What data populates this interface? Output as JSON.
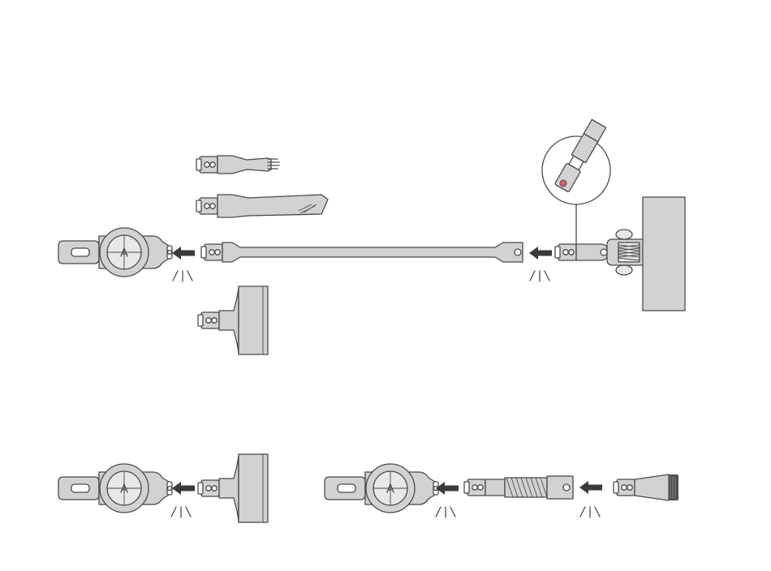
{
  "figure": {
    "type": "assembly-illustration",
    "steps": [
      "attach-accessory-to-main-unit",
      "attach-extension-tube",
      "attach-floor-brush",
      "attach-flexible-hose"
    ],
    "accent_colors": {
      "line": "#4a4a4a",
      "body_fill": "#d2d2d2",
      "release_button": "#e05a6a"
    }
  }
}
